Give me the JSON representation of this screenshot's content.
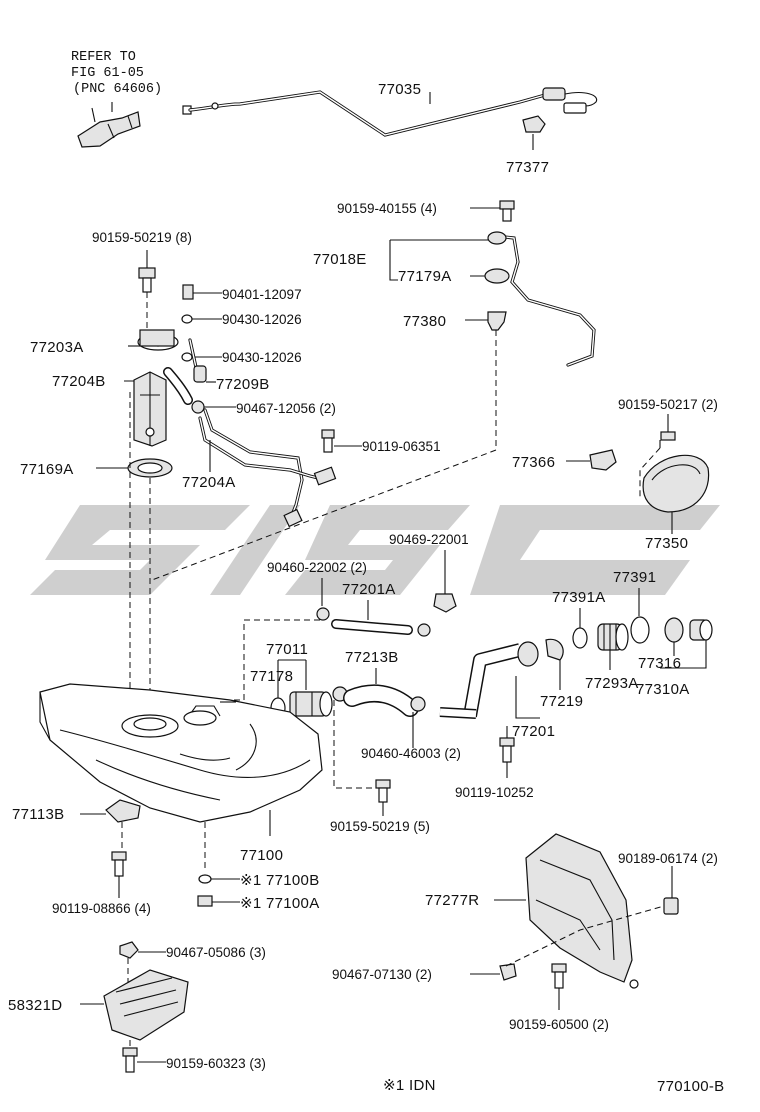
{
  "diagram_code": "770100-B",
  "footnote": "※1 IDN",
  "refer_note": [
    "REFER TO",
    "FIG 61-05",
    "(PNC 64606)"
  ],
  "labels": {
    "p77035": "77035",
    "p77377": "77377",
    "p90159_40155": "90159-40155 (4)",
    "p77018E": "77018E",
    "p77179A": "77179A",
    "p77380": "77380",
    "p90159_50219_8": "90159-50219 (8)",
    "p90401_12097": "90401-12097",
    "p90430_12026_a": "90430-12026",
    "p90430_12026_b": "90430-12026",
    "p77203A": "77203A",
    "p77204B": "77204B",
    "p77209B": "77209B",
    "p90467_12056": "90467-12056 (2)",
    "p90119_06351": "90119-06351",
    "p77169A": "77169A",
    "p77204A": "77204A",
    "p90159_50217": "90159-50217 (2)",
    "p77366": "77366",
    "p77350": "77350",
    "p90469_22001": "90469-22001",
    "p90460_22002": "90460-22002 (2)",
    "p77201A": "77201A",
    "p77391": "77391",
    "p77391A": "77391A",
    "p77011": "77011",
    "p77178": "77178",
    "p77213B": "77213B",
    "p77219": "77219",
    "p77293A": "77293A",
    "p77316": "77316",
    "p77310A": "77310A",
    "p77201": "77201",
    "p90460_46003": "90460-46003 (2)",
    "p90119_10252": "90119-10252",
    "p77113B": "77113B",
    "p77100": "77100",
    "p90159_50219_5": "90159-50219 (5)",
    "p77100B": "※1 77100B",
    "p77100A": "※1 77100A",
    "p90119_08866": "90119-08866 (4)",
    "p77277R": "77277R",
    "p90189_06174": "90189-06174 (2)",
    "p90467_05086": "90467-05086 (3)",
    "p90467_07130": "90467-07130 (2)",
    "p58321D": "58321D",
    "p90159_60500": "90159-60500 (2)",
    "p90159_60323": "90159-60323 (3)"
  }
}
